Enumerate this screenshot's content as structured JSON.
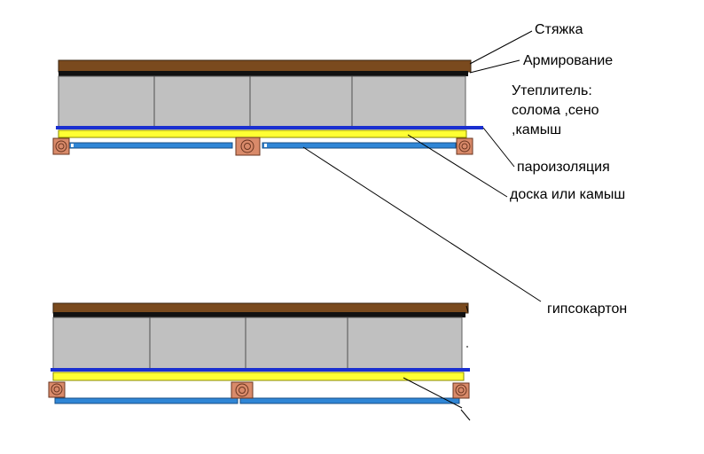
{
  "labels": {
    "screed": "Стяжка",
    "reinforcement": "Армирование",
    "insulation_line1": "Утеплитель:",
    "insulation_line2": "солома ,сено",
    "insulation_line3": ",камыш",
    "vapor_barrier": "пароизоляция",
    "board": "доска или камыш",
    "drywall": "гипсокартон"
  },
  "colors": {
    "screed": "#7a4a1e",
    "reinforcement": "#111111",
    "insulation": "#c0c0c0",
    "insulation_border": "#606060",
    "vapor_barrier": "#1a2fd0",
    "board": "#ffff33",
    "drywall": "#2f86d6",
    "joist": "#d98a6a",
    "leader": "#000000"
  },
  "icons": [
    "joist-section-icon"
  ]
}
